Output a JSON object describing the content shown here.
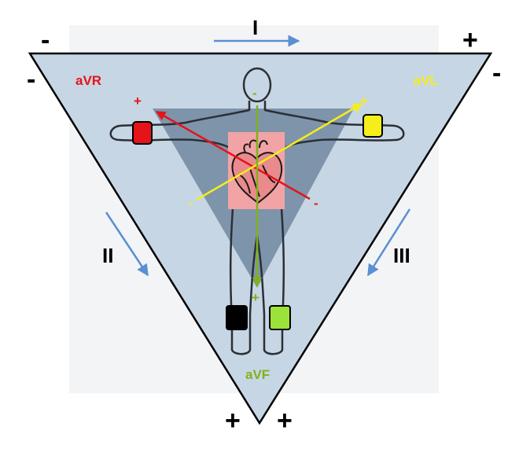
{
  "leads": {
    "lead_I": "I",
    "lead_II": "II",
    "lead_III": "III",
    "aVR": "aVR",
    "aVL": "aVL",
    "aVF": "aVF"
  },
  "polarity": {
    "plus": "+",
    "minus": "-"
  },
  "colors": {
    "aVR": "#e5131a",
    "aVL": "#f5ee1a",
    "aVF": "#7fb21b",
    "limb_arrows": "#5b8fd3",
    "triangle_fill": "#c7d6e4",
    "inner_triangle": "#5f7793",
    "heart_box": "#f2a3a5",
    "electrode_black": "#000000",
    "electrode_green": "#9be23b"
  },
  "icons": [
    "heart-icon",
    "body-silhouette",
    "electrode-right-arm",
    "electrode-left-arm",
    "electrode-right-leg",
    "electrode-left-leg"
  ]
}
